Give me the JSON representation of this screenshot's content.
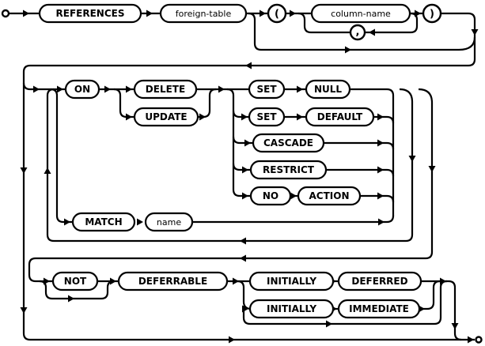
{
  "diagram_kind": "railroad-syntax-diagram",
  "colors": {
    "line": "#000000",
    "box_fill": "#ffffff",
    "background": "#ffffff",
    "text": "#000000"
  },
  "nodes": {
    "references": {
      "label": "REFERENCES",
      "type": "keyword"
    },
    "foreign_table": {
      "label": "foreign-table",
      "type": "nonterminal"
    },
    "open_paren": {
      "label": "(",
      "type": "punctuation"
    },
    "column_name": {
      "label": "column-name",
      "type": "nonterminal"
    },
    "comma": {
      "label": ",",
      "type": "punctuation"
    },
    "close_paren": {
      "label": ")",
      "type": "punctuation"
    },
    "on": {
      "label": "ON",
      "type": "keyword"
    },
    "delete": {
      "label": "DELETE",
      "type": "keyword"
    },
    "update": {
      "label": "UPDATE",
      "type": "keyword"
    },
    "set1": {
      "label": "SET",
      "type": "keyword"
    },
    "null": {
      "label": "NULL",
      "type": "keyword"
    },
    "set2": {
      "label": "SET",
      "type": "keyword"
    },
    "default": {
      "label": "DEFAULT",
      "type": "keyword"
    },
    "cascade": {
      "label": "CASCADE",
      "type": "keyword"
    },
    "restrict": {
      "label": "RESTRICT",
      "type": "keyword"
    },
    "no": {
      "label": "NO",
      "type": "keyword"
    },
    "action": {
      "label": "ACTION",
      "type": "keyword"
    },
    "match": {
      "label": "MATCH",
      "type": "keyword"
    },
    "name": {
      "label": "name",
      "type": "nonterminal"
    },
    "not": {
      "label": "NOT",
      "type": "keyword"
    },
    "deferrable": {
      "label": "DEFERRABLE",
      "type": "keyword"
    },
    "initially1": {
      "label": "INITIALLY",
      "type": "keyword"
    },
    "deferred": {
      "label": "DEFERRED",
      "type": "keyword"
    },
    "initially2": {
      "label": "INITIALLY",
      "type": "keyword"
    },
    "immediate": {
      "label": "IMMEDIATE",
      "type": "keyword"
    }
  }
}
